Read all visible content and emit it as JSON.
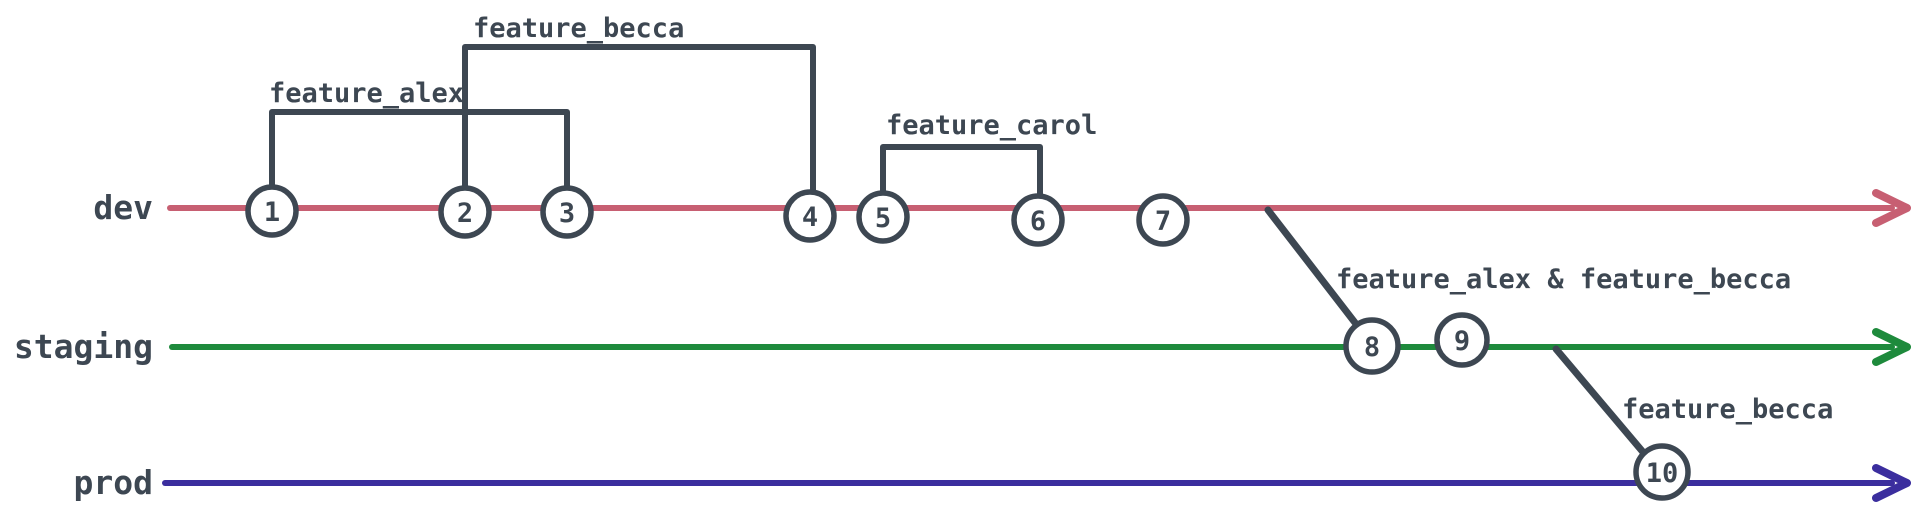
{
  "colors": {
    "ink": "#3d4752",
    "background": "#ffffff"
  },
  "branches": [
    {
      "name": "dev",
      "color": "#c75f72"
    },
    {
      "name": "staging",
      "color": "#1e8a3c"
    },
    {
      "name": "prod",
      "color": "#3b2e9e"
    }
  ],
  "commits": [
    {
      "id": "1",
      "branch": "dev"
    },
    {
      "id": "2",
      "branch": "dev"
    },
    {
      "id": "3",
      "branch": "dev"
    },
    {
      "id": "4",
      "branch": "dev"
    },
    {
      "id": "5",
      "branch": "dev"
    },
    {
      "id": "6",
      "branch": "dev"
    },
    {
      "id": "7",
      "branch": "dev"
    },
    {
      "id": "8",
      "branch": "staging"
    },
    {
      "id": "9",
      "branch": "staging"
    },
    {
      "id": "10",
      "branch": "prod"
    }
  ],
  "feature_brackets": [
    {
      "label": "feature_alex",
      "branch": "dev",
      "from_commit": "1",
      "to_commit": "3"
    },
    {
      "label": "feature_becca",
      "branch": "dev",
      "from_commit": "2",
      "to_commit": "4"
    },
    {
      "label": "feature_carol",
      "branch": "dev",
      "from_commit": "5",
      "to_commit": "6"
    }
  ],
  "merges": [
    {
      "label": "feature_alex & feature_becca",
      "from_branch": "dev",
      "to_branch": "staging",
      "merge_commit": "8"
    },
    {
      "label": "feature_becca",
      "from_branch": "staging",
      "to_branch": "prod",
      "merge_commit": "10"
    }
  ]
}
